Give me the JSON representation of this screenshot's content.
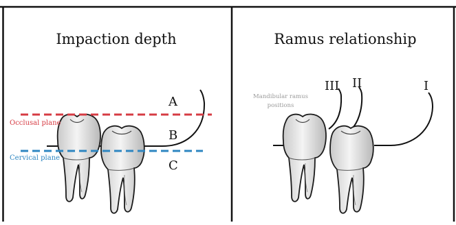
{
  "left_panel": {
    "title": "Impaction depth",
    "labels": {
      "a": "A",
      "b": "B",
      "c": "C"
    },
    "occlusal_plane_label": "Occlusal plane",
    "cervical_plane_label": "Cervical plane"
  },
  "right_panel": {
    "title": "Ramus relationship",
    "ramus_caption_line1": "Mandibular ramus",
    "ramus_caption_line2": "positions",
    "positions": {
      "iii": "III",
      "ii": "II",
      "i": "I"
    }
  },
  "colors": {
    "occlusal": "#d63b43",
    "cervical": "#2e86c1",
    "border": "#111111",
    "gray_text": "#9a9a9a"
  }
}
